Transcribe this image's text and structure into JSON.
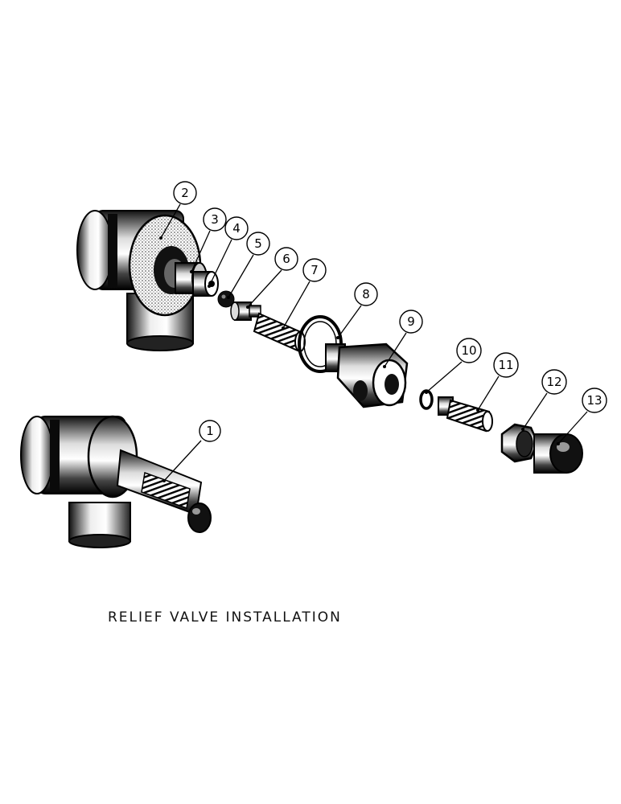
{
  "caption": "RELIEF VALVE INSTALLATION",
  "callouts": [
    "1",
    "2",
    "3",
    "4",
    "5",
    "6",
    "7",
    "8",
    "9",
    "10",
    "11",
    "12",
    "13"
  ],
  "parts": {
    "p1": "valve-tee-assembly",
    "p2": "tee-body",
    "p3": "valve-seat",
    "p4": "valve-ball-cage",
    "p5": "ball",
    "p6": "poppet",
    "p7": "spring",
    "p8": "gasket",
    "p9": "valve-body",
    "p10": "o-ring",
    "p11": "adjusting-screw",
    "p12": "lock-nut",
    "p13": "cap-nut"
  },
  "colors": {
    "ink": "#000000",
    "paper": "#ffffff",
    "shade": "#2a2a2a"
  }
}
